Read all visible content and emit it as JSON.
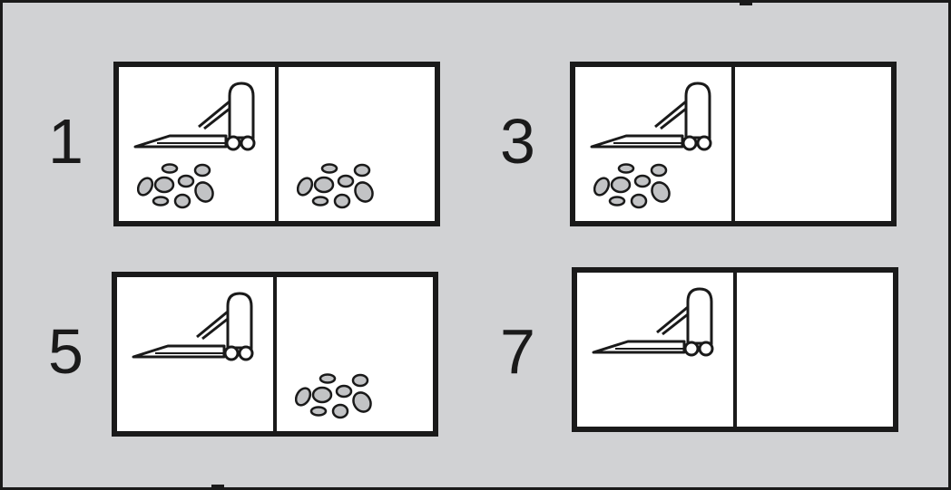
{
  "states": [
    {
      "label": "1",
      "left_dirty": true,
      "right_dirty": true,
      "vacuum": "left"
    },
    {
      "label": "3",
      "left_dirty": true,
      "right_dirty": false,
      "vacuum": "left"
    },
    {
      "label": "5",
      "left_dirty": false,
      "right_dirty": true,
      "vacuum": "left"
    },
    {
      "label": "7",
      "left_dirty": false,
      "right_dirty": false,
      "vacuum": "left"
    }
  ],
  "colors": {
    "background": "#d1d2d4",
    "box_fill": "#ffffff",
    "outline": "#1a1a1a",
    "dirt_fill": "#c2c3c5"
  },
  "icons": {
    "vacuum": "vacuum-cleaner-icon",
    "dirt": "dirt-pile-icon"
  }
}
